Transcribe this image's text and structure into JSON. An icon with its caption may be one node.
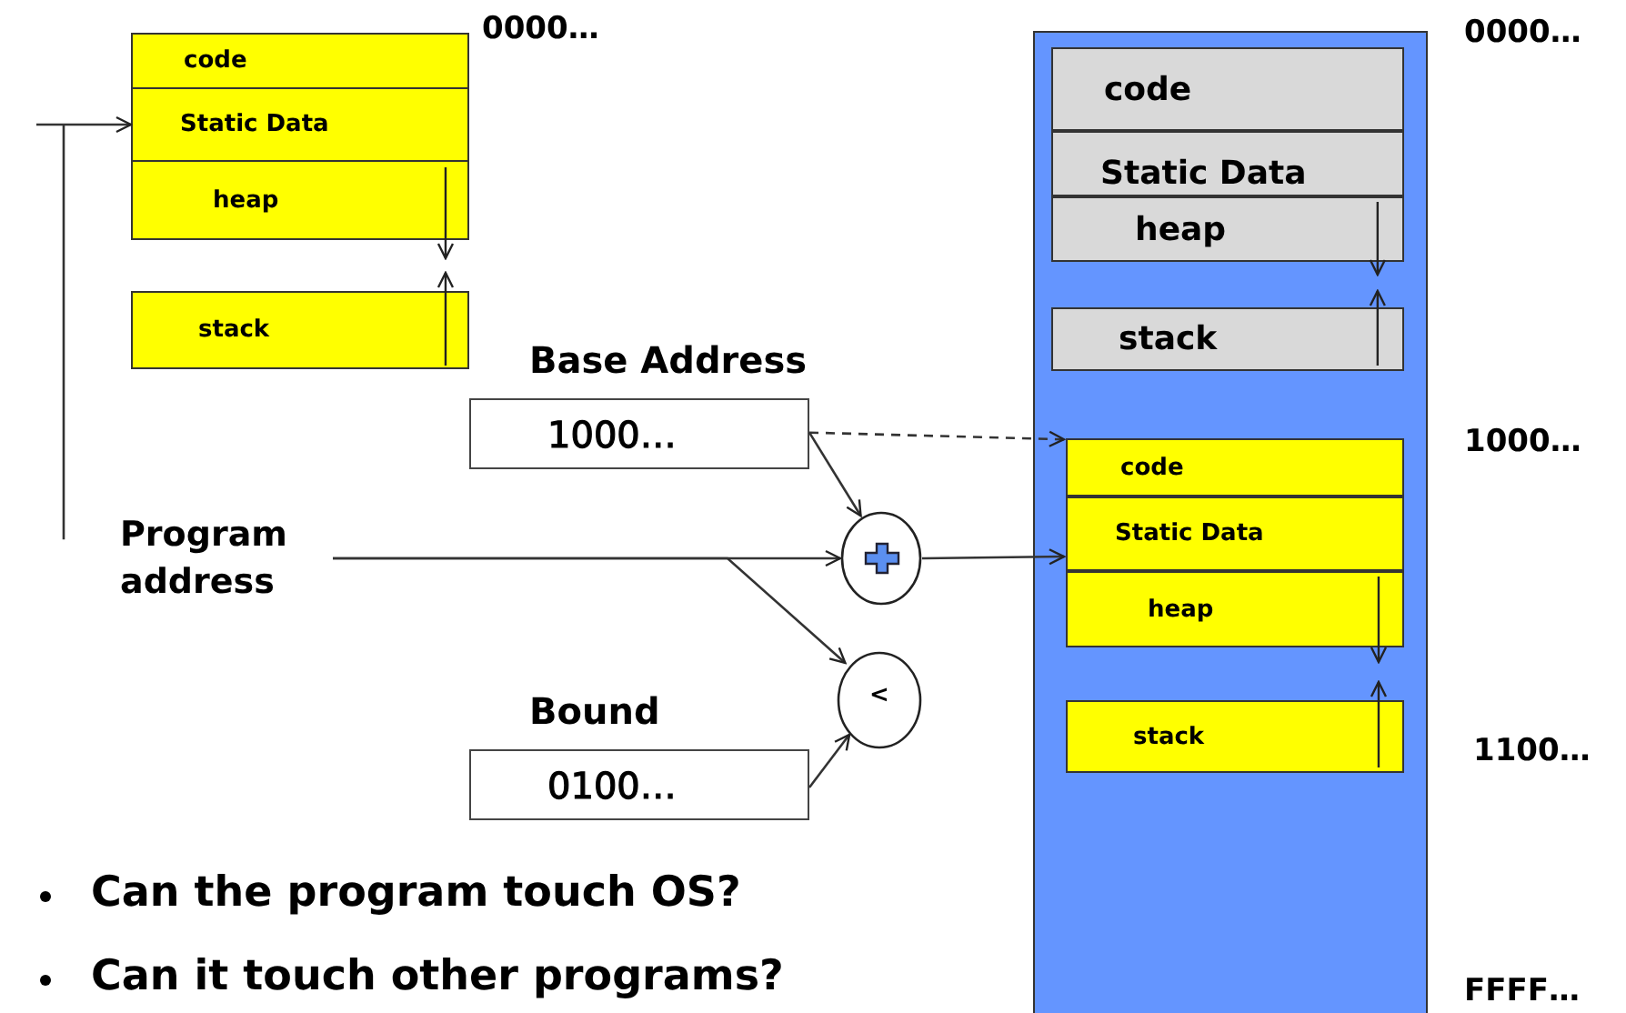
{
  "diagram": {
    "nodes": [
      {
        "text": [
          "code"
        ]
      },
      {
        "text": [
          "Static Data"
        ]
      },
      {
        "text": [
          "heap"
        ]
      },
      {
        "text": [
          "stack"
        ]
      },
      {
        "text": [
          "Program address"
        ]
      },
      {
        "text": [
          "Base Address",
          "1000…"
        ]
      },
      {
        "text": [],
        "shape": "circle"
      },
      {
        "text": [
          "<"
        ]
      },
      {
        "text": [
          "Bound",
          "0100…"
        ]
      },
      {
        "text": [],
        "shape": "box"
      },
      {
        "text": [
          "code"
        ],
        "in": 9
      },
      {
        "text": [
          "Static Data"
        ],
        "in": 9
      },
      {
        "text": [
          "heap"
        ],
        "in": 9
      },
      {
        "text": [
          "stack"
        ],
        "in": 9
      },
      {
        "text": [
          "code"
        ],
        "in": 9
      },
      {
        "text": [
          "Static Data"
        ],
        "in": 9
      },
      {
        "text": [
          "heap"
        ],
        "in": 9
      },
      {
        "text": [
          "stack"
        ],
        "in": 9
      }
    ],
    "edges": [
      {
        "from": 4,
        "to": 1,
        "arrow": "to"
      },
      {
        "from": 4,
        "to": 6,
        "arrow": "to"
      },
      {
        "from": 4,
        "to": 7,
        "arrow": "to"
      },
      {
        "from": 5,
        "to": 6,
        "arrow": "to"
      },
      {
        "from": 5,
        "to": 14,
        "arrow": "to",
        "style": "dashed"
      },
      {
        "from": 8,
        "to": 7,
        "arrow": "to"
      },
      {
        "from": 6,
        "to": 15,
        "arrow": "to"
      }
    ],
    "labels": [
      "0000…",
      "0000…",
      "1000…",
      "1100…",
      "Can the program touch OS?",
      "Can it touch other programs?",
      "FFFF…"
    ]
  }
}
